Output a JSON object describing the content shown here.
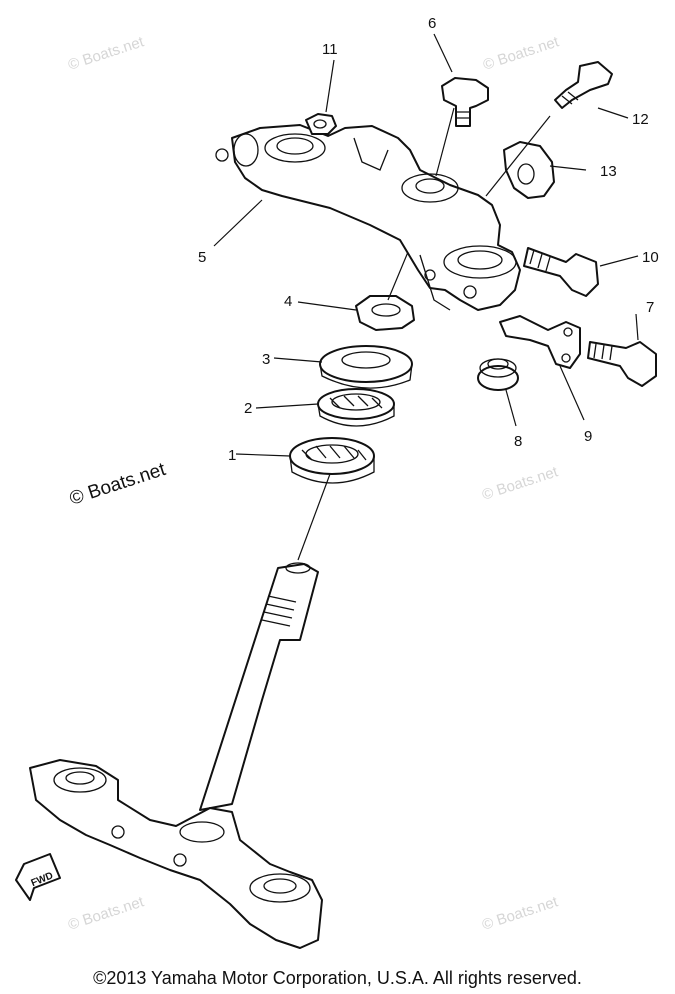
{
  "callouts": [
    {
      "num": "1"
    },
    {
      "num": "2"
    },
    {
      "num": "3"
    },
    {
      "num": "4"
    },
    {
      "num": "5"
    },
    {
      "num": "6"
    },
    {
      "num": "7"
    },
    {
      "num": "8"
    },
    {
      "num": "9"
    },
    {
      "num": "10"
    },
    {
      "num": "11"
    },
    {
      "num": "12"
    },
    {
      "num": "13"
    }
  ],
  "fwd_label": "FWD",
  "watermark": {
    "light": "© Boats.net",
    "dark": "© Boats.net"
  },
  "copyright": "©2013 Yamaha Motor Corporation, U.S.A. All rights reserved."
}
